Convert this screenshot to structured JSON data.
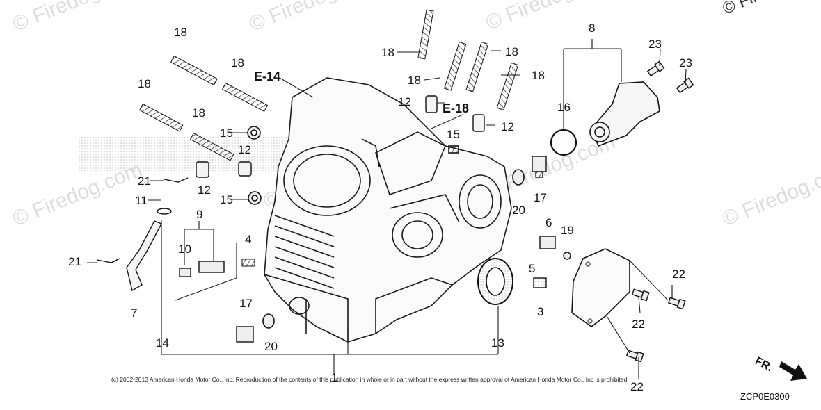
{
  "watermark": {
    "text": "© Firedog.com",
    "brand_corner": "© Fire"
  },
  "references": [
    "E-14",
    "E-18"
  ],
  "callouts": [
    "1",
    "3",
    "4",
    "5",
    "6",
    "7",
    "8",
    "9",
    "10",
    "11",
    "12",
    "12",
    "12",
    "12",
    "13",
    "14",
    "15",
    "15",
    "15",
    "16",
    "17",
    "17",
    "18",
    "18",
    "18",
    "18",
    "18",
    "18",
    "18",
    "18",
    "19",
    "20",
    "20",
    "21",
    "21",
    "22",
    "22",
    "22",
    "23",
    "23"
  ],
  "copyright": "(c) 2002-2013 American Honda Motor Co., Inc. Reproduction of the contents of this publication in whole or in part without the express written approval of American Honda Motor Co., Inc is prohibited.",
  "diagram_code": "ZCP0E0300",
  "direction_label": "FR.",
  "colors": {
    "line": "#1a1a1a",
    "watermark": "#dcdcdc",
    "fill": "#f2f2f2"
  }
}
